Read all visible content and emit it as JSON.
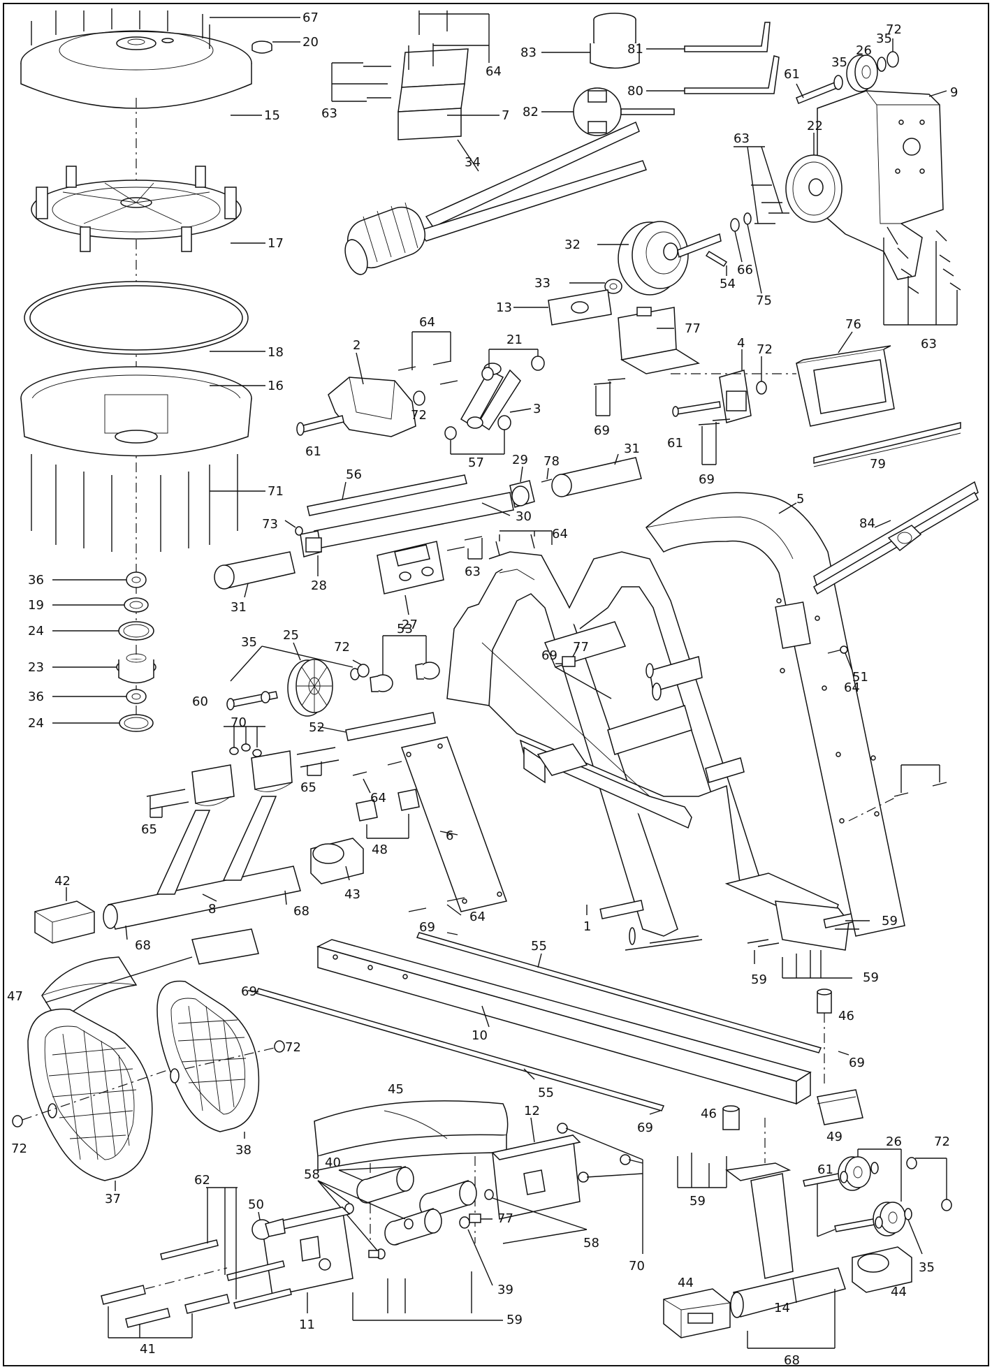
{
  "labels": [
    {
      "id": "67",
      "text": "67"
    },
    {
      "id": "20",
      "text": "20"
    },
    {
      "id": "15",
      "text": "15"
    },
    {
      "id": "17",
      "text": "17"
    },
    {
      "id": "18",
      "text": "18"
    },
    {
      "id": "16",
      "text": "16"
    },
    {
      "id": "71",
      "text": "71"
    },
    {
      "id": "36a",
      "text": "36"
    },
    {
      "id": "19",
      "text": "19"
    },
    {
      "id": "24a",
      "text": "24"
    },
    {
      "id": "23",
      "text": "23"
    },
    {
      "id": "36b",
      "text": "36"
    },
    {
      "id": "24b",
      "text": "24"
    },
    {
      "id": "64a",
      "text": "64"
    },
    {
      "id": "63a",
      "text": "63"
    },
    {
      "id": "7",
      "text": "7"
    },
    {
      "id": "83",
      "text": "83"
    },
    {
      "id": "81",
      "text": "81"
    },
    {
      "id": "80",
      "text": "80"
    },
    {
      "id": "82",
      "text": "82"
    },
    {
      "id": "72a",
      "text": "72"
    },
    {
      "id": "35a",
      "text": "35"
    },
    {
      "id": "26a",
      "text": "26"
    },
    {
      "id": "35b",
      "text": "35"
    },
    {
      "id": "61a",
      "text": "61"
    },
    {
      "id": "9",
      "text": "9"
    },
    {
      "id": "34",
      "text": "34"
    },
    {
      "id": "63b",
      "text": "63"
    },
    {
      "id": "22",
      "text": "22"
    },
    {
      "id": "32",
      "text": "32"
    },
    {
      "id": "54",
      "text": "54"
    },
    {
      "id": "66",
      "text": "66"
    },
    {
      "id": "75",
      "text": "75"
    },
    {
      "id": "63c",
      "text": "63"
    },
    {
      "id": "33",
      "text": "33"
    },
    {
      "id": "13",
      "text": "13"
    },
    {
      "id": "64b",
      "text": "64"
    },
    {
      "id": "2",
      "text": "2"
    },
    {
      "id": "21",
      "text": "21"
    },
    {
      "id": "3",
      "text": "3"
    },
    {
      "id": "72b",
      "text": "72"
    },
    {
      "id": "61b",
      "text": "61"
    },
    {
      "id": "57",
      "text": "57"
    },
    {
      "id": "77a",
      "text": "77"
    },
    {
      "id": "4",
      "text": "4"
    },
    {
      "id": "72c",
      "text": "72"
    },
    {
      "id": "76",
      "text": "76"
    },
    {
      "id": "69a",
      "text": "69"
    },
    {
      "id": "61c",
      "text": "61"
    },
    {
      "id": "69b",
      "text": "69"
    },
    {
      "id": "79",
      "text": "79"
    },
    {
      "id": "56",
      "text": "56"
    },
    {
      "id": "29",
      "text": "29"
    },
    {
      "id": "78",
      "text": "78"
    },
    {
      "id": "31a",
      "text": "31"
    },
    {
      "id": "73",
      "text": "73"
    },
    {
      "id": "30",
      "text": "30"
    },
    {
      "id": "64c",
      "text": "64"
    },
    {
      "id": "5",
      "text": "5"
    },
    {
      "id": "84",
      "text": "84"
    },
    {
      "id": "31b",
      "text": "31"
    },
    {
      "id": "28",
      "text": "28"
    },
    {
      "id": "63d",
      "text": "63"
    },
    {
      "id": "27",
      "text": "27"
    },
    {
      "id": "25",
      "text": "25"
    },
    {
      "id": "35c",
      "text": "35"
    },
    {
      "id": "72d",
      "text": "72"
    },
    {
      "id": "53",
      "text": "53"
    },
    {
      "id": "69c",
      "text": "69"
    },
    {
      "id": "77b",
      "text": "77"
    },
    {
      "id": "51",
      "text": "51"
    },
    {
      "id": "60",
      "text": "60"
    },
    {
      "id": "70a",
      "text": "70"
    },
    {
      "id": "52",
      "text": "52"
    },
    {
      "id": "65a",
      "text": "65"
    },
    {
      "id": "64d",
      "text": "64"
    },
    {
      "id": "48",
      "text": "48"
    },
    {
      "id": "65b",
      "text": "65"
    },
    {
      "id": "6",
      "text": "6"
    },
    {
      "id": "64e",
      "text": "64"
    },
    {
      "id": "43",
      "text": "43"
    },
    {
      "id": "42",
      "text": "42"
    },
    {
      "id": "8",
      "text": "8"
    },
    {
      "id": "68a",
      "text": "68"
    },
    {
      "id": "68b",
      "text": "68"
    },
    {
      "id": "64f",
      "text": "64"
    },
    {
      "id": "1",
      "text": "1"
    },
    {
      "id": "59a",
      "text": "59"
    },
    {
      "id": "69d",
      "text": "69"
    },
    {
      "id": "55a",
      "text": "55"
    },
    {
      "id": "47",
      "text": "47"
    },
    {
      "id": "59b",
      "text": "59"
    },
    {
      "id": "59c",
      "text": "59"
    },
    {
      "id": "69e",
      "text": "69"
    },
    {
      "id": "10",
      "text": "10"
    },
    {
      "id": "46a",
      "text": "46"
    },
    {
      "id": "72e",
      "text": "72"
    },
    {
      "id": "69f",
      "text": "69"
    },
    {
      "id": "72f",
      "text": "72"
    },
    {
      "id": "55b",
      "text": "55"
    },
    {
      "id": "46b",
      "text": "46"
    },
    {
      "id": "69g",
      "text": "69"
    },
    {
      "id": "45",
      "text": "45"
    },
    {
      "id": "49",
      "text": "49"
    },
    {
      "id": "26b",
      "text": "26"
    },
    {
      "id": "72g",
      "text": "72"
    },
    {
      "id": "38",
      "text": "38"
    },
    {
      "id": "12",
      "text": "12"
    },
    {
      "id": "37",
      "text": "37"
    },
    {
      "id": "40",
      "text": "40"
    },
    {
      "id": "58a",
      "text": "58"
    },
    {
      "id": "70b",
      "text": "70"
    },
    {
      "id": "61d",
      "text": "61"
    },
    {
      "id": "35d",
      "text": "35"
    },
    {
      "id": "62",
      "text": "62"
    },
    {
      "id": "50",
      "text": "50"
    },
    {
      "id": "77c",
      "text": "77"
    },
    {
      "id": "58b",
      "text": "58"
    },
    {
      "id": "59d",
      "text": "59"
    },
    {
      "id": "39",
      "text": "39"
    },
    {
      "id": "41",
      "text": "41"
    },
    {
      "id": "11",
      "text": "11"
    },
    {
      "id": "59e",
      "text": "59"
    },
    {
      "id": "44a",
      "text": "44"
    },
    {
      "id": "44b",
      "text": "44"
    },
    {
      "id": "14",
      "text": "14"
    },
    {
      "id": "68c",
      "text": "68"
    }
  ]
}
